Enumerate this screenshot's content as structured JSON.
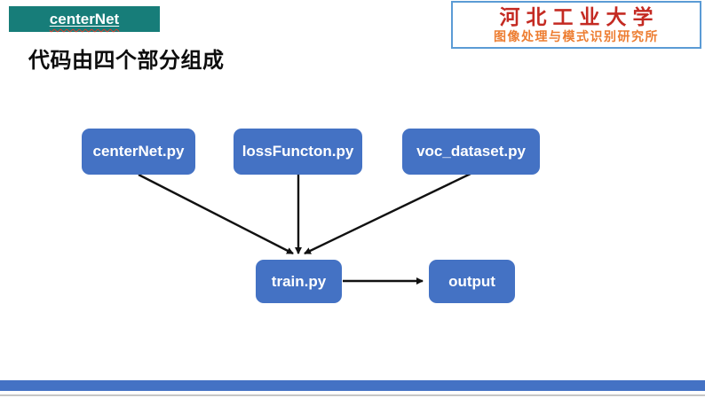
{
  "slide": {
    "logo_badge": {
      "label": "centerNet",
      "bg_color": "#177d79",
      "squiggle_color": "#e03a2a"
    },
    "institution": {
      "university": "河北工业大学",
      "institute": "图像处理与模式识别研究所",
      "university_color": "#c42a22",
      "institute_color": "#ed7d31",
      "border_color": "#5b9bd5"
    },
    "heading": "代码由四个部分组成",
    "diagram": {
      "node_color": "#4472c4",
      "node_text_color": "#ffffff",
      "arrow_color": "#111111",
      "nodes": [
        {
          "label": "centerNet.py"
        },
        {
          "label": "lossFuncton.py"
        },
        {
          "label": "voc_dataset.py"
        },
        {
          "label": "train.py"
        },
        {
          "label": "output"
        }
      ],
      "edges": [
        {
          "from": "centerNet.py",
          "to": "train.py"
        },
        {
          "from": "lossFuncton.py",
          "to": "train.py"
        },
        {
          "from": "voc_dataset.py",
          "to": "train.py"
        },
        {
          "from": "train.py",
          "to": "output"
        }
      ]
    },
    "footer": {
      "bar_color": "#4472c4",
      "edge_line_color": "#c6c6c6"
    }
  }
}
